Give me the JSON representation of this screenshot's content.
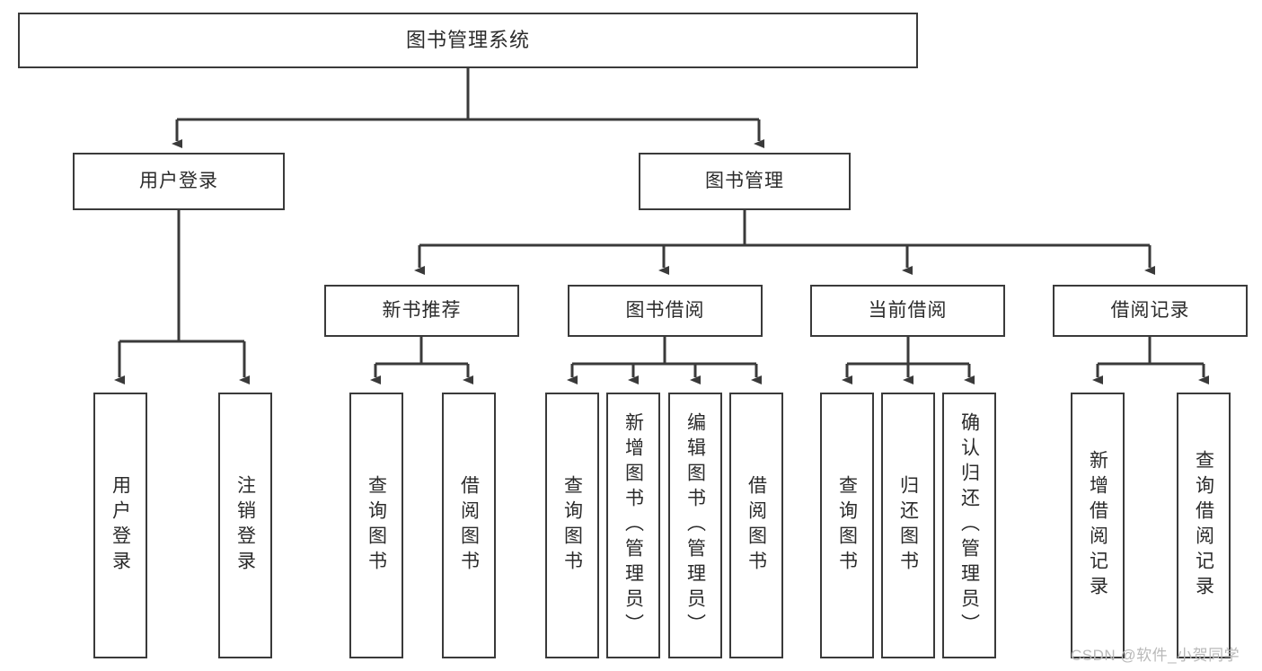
{
  "diagram": {
    "title": "图书管理系统",
    "type": "tree-hierarchy",
    "root": {
      "label": "图书管理系统"
    },
    "level1": [
      {
        "label": "用户登录"
      },
      {
        "label": "图书管理"
      }
    ],
    "level2": [
      {
        "label": "新书推荐",
        "parent": "图书管理"
      },
      {
        "label": "图书借阅",
        "parent": "图书管理"
      },
      {
        "label": "当前借阅",
        "parent": "图书管理"
      },
      {
        "label": "借阅记录",
        "parent": "图书管理"
      }
    ],
    "leaves": {
      "user_login": [
        {
          "label": "用户登录"
        },
        {
          "label": "注销登录"
        }
      ],
      "new_book_recommend": [
        {
          "label": "查询图书"
        },
        {
          "label": "借阅图书"
        }
      ],
      "book_borrow": [
        {
          "label": "查询图书"
        },
        {
          "label": "新增图书（管理员）"
        },
        {
          "label": "编辑图书（管理员）"
        },
        {
          "label": "借阅图书"
        }
      ],
      "current_borrow": [
        {
          "label": "查询图书"
        },
        {
          "label": "归还图书"
        },
        {
          "label": "确认归还（管理员）"
        }
      ],
      "borrow_records": [
        {
          "label": "新增借阅记录"
        },
        {
          "label": "查询借阅记录"
        }
      ]
    }
  },
  "watermark": {
    "text": "CSDN @软件_小贺同学"
  },
  "colors": {
    "stroke": "#3a3a3a",
    "text": "#2b2b2b",
    "background": "#ffffff",
    "watermark": "#b9b9b9"
  }
}
